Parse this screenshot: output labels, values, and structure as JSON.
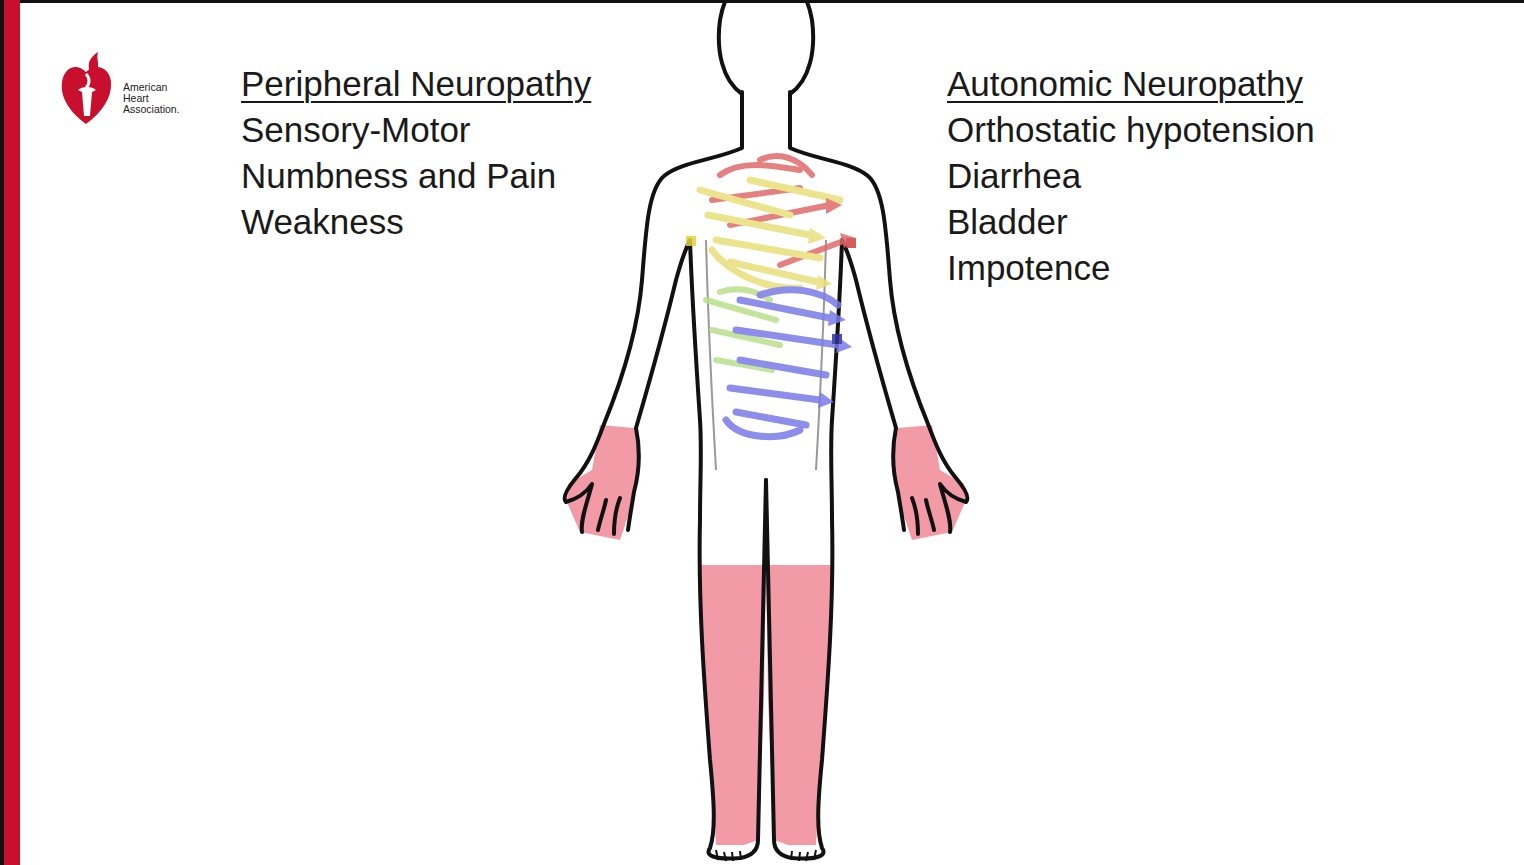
{
  "diagram": {
    "labels": [
      "American Heart Association.",
      "Peripheral Neuropathy",
      "Sensory-Motor",
      "Numbness and Pain",
      "Weakness",
      "Autonomic Neuropathy",
      "Orthostatic hypotension",
      "Diarrhea",
      "Bladder",
      "Impotence"
    ]
  }
}
